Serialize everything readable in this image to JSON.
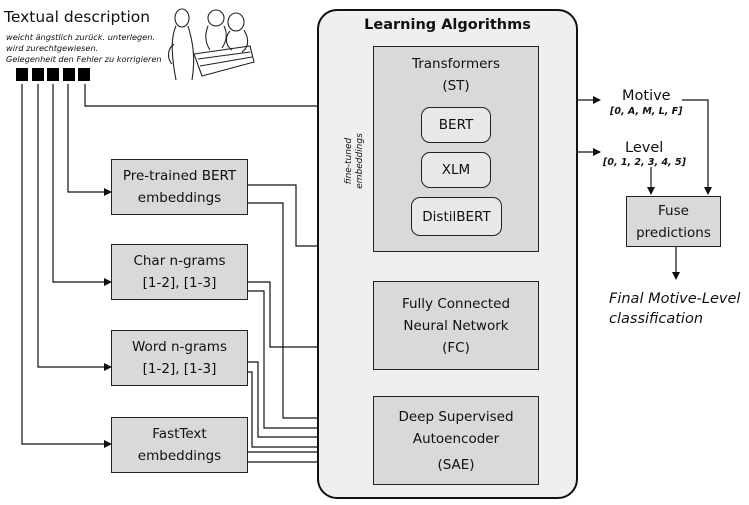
{
  "input": {
    "title": "Textual description",
    "sample_lines": [
      "weicht ängstlich zurück. unterlegen.",
      "wird zurechtgewiesen.",
      "Gelegenheit den Fehler zu korrigieren"
    ],
    "token_count": 5,
    "illustration_icon": "children-drawing-picture"
  },
  "features": [
    {
      "line1": "Pre-trained BERT",
      "line2": "embeddings"
    },
    {
      "line1": "Char n-grams",
      "line2": "[1-2], [1-3]"
    },
    {
      "line1": "Word n-grams",
      "line2": "[1-2], [1-3]"
    },
    {
      "line1": "FastText",
      "line2": "embeddings"
    }
  ],
  "algorithms": {
    "title": "Learning Algorithms",
    "transformers": {
      "title": "Transformers",
      "abbr": "(ST)",
      "models": [
        "BERT",
        "XLM",
        "DistilBERT"
      ]
    },
    "fc": {
      "line1": "Fully Connected",
      "line2": "Neural Network",
      "abbr": "(FC)"
    },
    "sae": {
      "line1": "Deep Supervised",
      "line2": "Autoencoder",
      "abbr": "(SAE)"
    },
    "fine_tuned_label_1": "fine-tuned",
    "fine_tuned_label_2": "embeddings"
  },
  "outputs": {
    "motive_label": "Motive",
    "motive_values": "[0, A, M, L, F]",
    "level_label": "Level",
    "level_values": "[0, 1, 2, 3, 4, 5]",
    "fuse_line1": "Fuse",
    "fuse_line2": "predictions",
    "final_line1": "Final Motive-Level",
    "final_line2": "classification"
  },
  "colors": {
    "box_fill": "#d9d9d9",
    "rounded_fill": "#e8e8e8",
    "panel_fill": "#efefef",
    "stroke": "#222222"
  }
}
